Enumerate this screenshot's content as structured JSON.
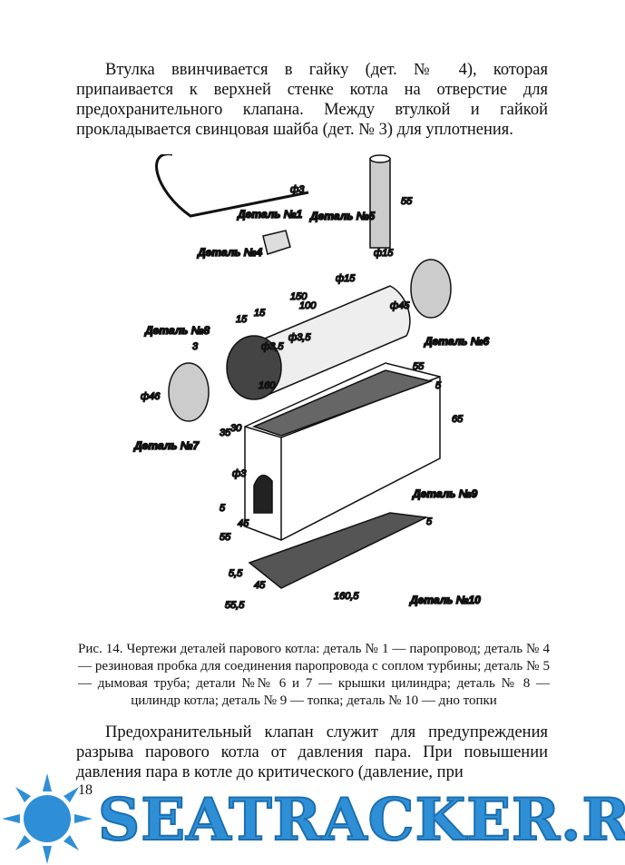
{
  "top_paragraph": "Втулка ввинчивается в гайку (дет. № 4), которая припаивается к верхней стенке котла на отверстие для предохранительного клапана. Между втулкой и гайкой прокладывается свинцовая шайба (дет. № 3) для уплотнения.",
  "figure": {
    "labels": {
      "d1": "Деталь №1",
      "d4": "Деталь №4",
      "d5": "Деталь №5",
      "d6": "Деталь №6",
      "d7": "Деталь №7",
      "d8": "Деталь №8",
      "d9": "Деталь №9",
      "d10": "Деталь №10"
    },
    "dims": {
      "pipe_d": "ф3",
      "chimney_h": "55",
      "chimney_d": "ф15",
      "l150": "150",
      "l100": "100",
      "d15": "ф15",
      "l15a": "15",
      "l15b": "15",
      "h35a": "ф3,5",
      "h35b": "ф3,5",
      "cyl_d": "ф45",
      "cap_t": "3",
      "cap_d": "ф46",
      "l160": "160",
      "w55": "55",
      "t5": "5",
      "h65": "65",
      "h35": "35",
      "h30": "30",
      "hole": "ф3",
      "a5": "5",
      "a45": "45",
      "a55": "55",
      "b160": "160,5",
      "b55": "55,5",
      "b45": "45",
      "b5": "5",
      "b5b": "5,5"
    }
  },
  "caption": "Рис. 14. Чертежи деталей парового котла: деталь № 1 — паропровод; деталь № 4 — резиновая пробка для соединения паропровода с соплом турбины; деталь № 5 — дымовая труба; детали №№ 6 и 7 — крышки цилиндра; деталь № 8 — цилиндр котла; деталь № 9 — топка; деталь № 10 — дно топки",
  "bottom_paragraph": "Предохранительный клапан служит для предупреждения разрыва парового котла от давления пара. При повышении давления пара в котле до критического (давление, при",
  "page_number": "18",
  "watermark": "SEATRACKER.RU",
  "colors": {
    "watermark": "#2f8fd6"
  }
}
